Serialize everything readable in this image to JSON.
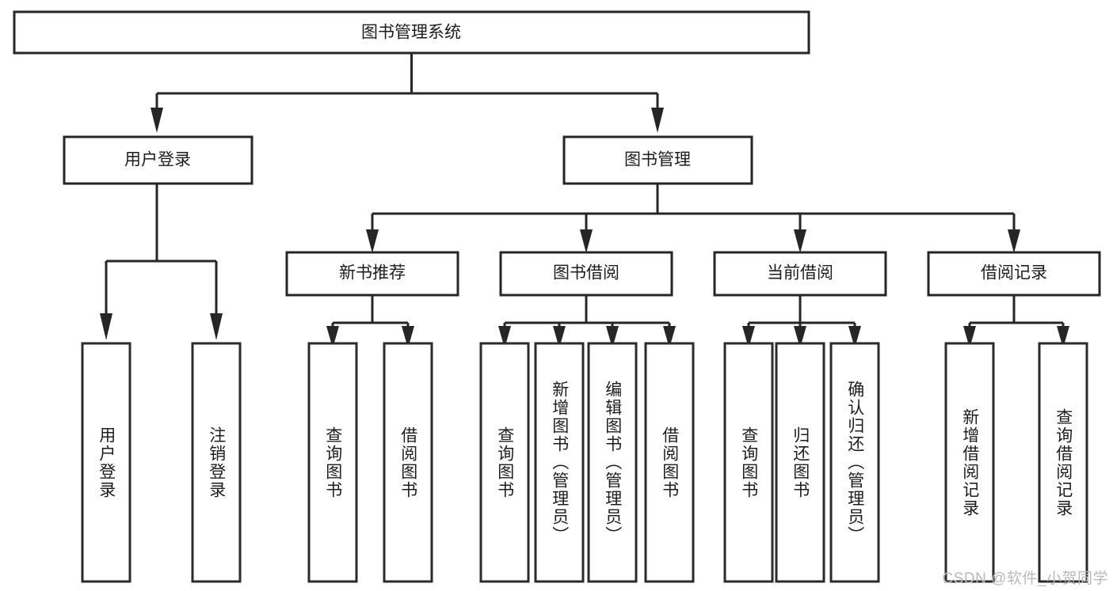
{
  "diagram": {
    "title": "图书管理系统",
    "type": "tree",
    "orientation": "top-down",
    "colors": {
      "stroke": "#262626",
      "fill": "#ffffff",
      "text": "#1d1d1d",
      "watermark": "#b9b9b9",
      "background": "#ffffff"
    },
    "root": {
      "label": "图书管理系统"
    },
    "level2": [
      {
        "label": "用户登录"
      },
      {
        "label": "图书管理"
      }
    ],
    "level3": [
      {
        "label": "新书推荐"
      },
      {
        "label": "图书借阅"
      },
      {
        "label": "当前借阅"
      },
      {
        "label": "借阅记录"
      }
    ],
    "leaves": {
      "user_login": [
        {
          "label": "用户登录"
        },
        {
          "label": "注销登录"
        }
      ],
      "new_book_recommend": [
        {
          "label": "查询图书"
        },
        {
          "label": "借阅图书"
        }
      ],
      "book_borrow": [
        {
          "label": "查询图书"
        },
        {
          "label": "新增图书（管理员）"
        },
        {
          "label": "编辑图书（管理员）"
        },
        {
          "label": "借阅图书"
        }
      ],
      "current_borrow": [
        {
          "label": "查询图书"
        },
        {
          "label": "归还图书"
        },
        {
          "label": "确认归还（管理员）"
        }
      ],
      "borrow_records": [
        {
          "label": "新增借阅记录"
        },
        {
          "label": "查询借阅记录"
        }
      ]
    },
    "watermark": "CSDN @软件_小贺同学"
  }
}
